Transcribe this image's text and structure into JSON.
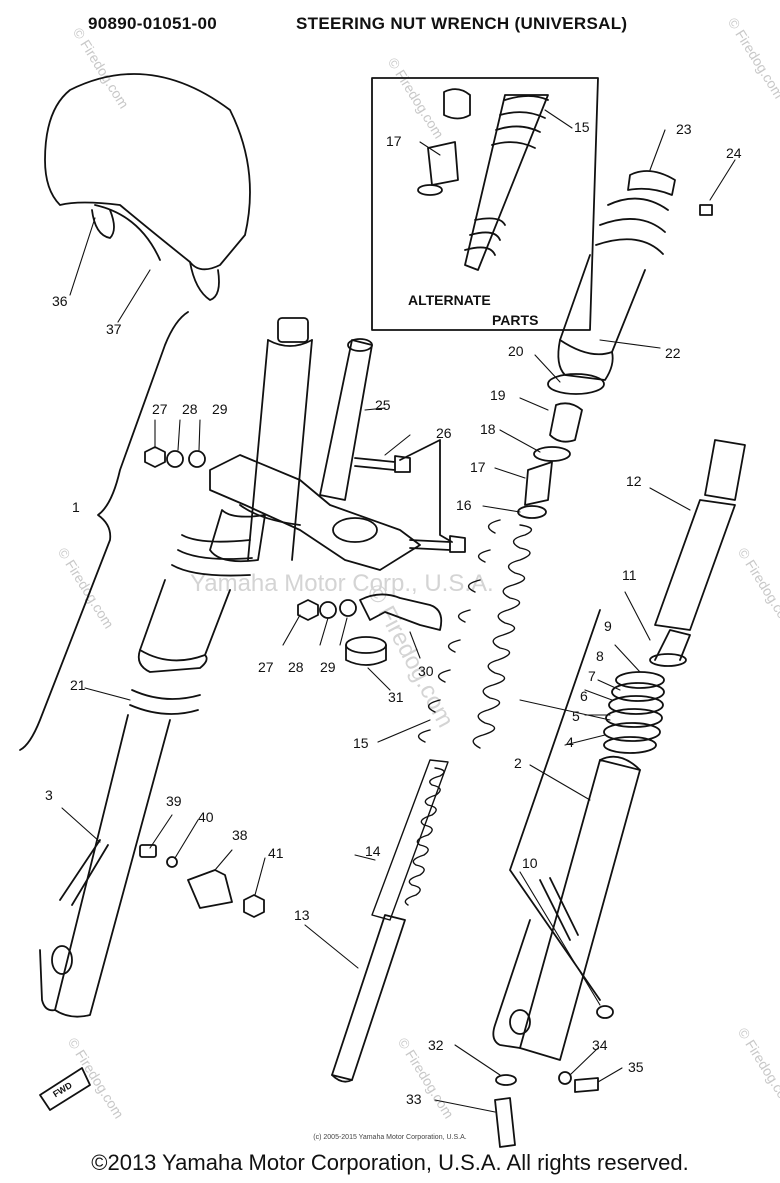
{
  "header": {
    "part_number": "90890-01051-00",
    "tool_name": "STEERING NUT WRENCH (UNIVERSAL)"
  },
  "alternate_parts": {
    "line1": "ALTERNATE",
    "line2": "PARTS"
  },
  "callouts": [
    "1",
    "2",
    "3",
    "4",
    "5",
    "6",
    "7",
    "8",
    "9",
    "10",
    "11",
    "12",
    "13",
    "14",
    "15",
    "15",
    "16",
    "17",
    "17",
    "18",
    "19",
    "20",
    "21",
    "22",
    "23",
    "24",
    "25",
    "26",
    "27",
    "27",
    "28",
    "28",
    "29",
    "29",
    "30",
    "31",
    "32",
    "33",
    "34",
    "35",
    "36",
    "37",
    "38",
    "39",
    "40",
    "41"
  ],
  "fwd_label": "FWD",
  "watermarks": {
    "center": "Yamaha Motor Corp., U.S.A.",
    "firedog": "© Firedog.com"
  },
  "small_copyright": "(c) 2005-2015 Yamaha Motor Corporation, U.S.A.",
  "copyright": "©2013 Yamaha Motor Corporation, U.S.A. All rights reserved."
}
